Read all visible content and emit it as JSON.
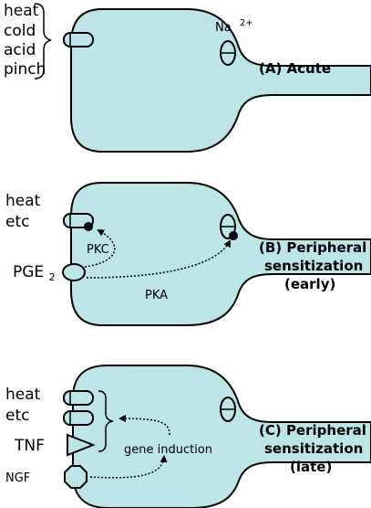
{
  "panelA": {
    "stimuli": [
      "heat",
      "cold",
      "acid",
      "pinch"
    ],
    "ion_base": "Na",
    "ion_charge": "2+",
    "caption": "(A) Acute"
  },
  "panelB": {
    "stimulus_1": "heat",
    "stimulus_2": "etc",
    "kinase_c": "PKC",
    "mediator_base": "PGE",
    "mediator_sub": "2",
    "kinase_a": "PKA",
    "caption": [
      "(B) Peripheral",
      "sensitization",
      "(early)"
    ]
  },
  "panelC": {
    "stimulus_1": "heat",
    "stimulus_2": "etc",
    "tnf": "TNF",
    "ngf": "NGF",
    "process": "gene induction",
    "caption": [
      "(C) Peripheral",
      "sensitization",
      "(late)"
    ]
  },
  "colors": {
    "cell_fill": "#bde4e6",
    "outline": "#000000"
  }
}
